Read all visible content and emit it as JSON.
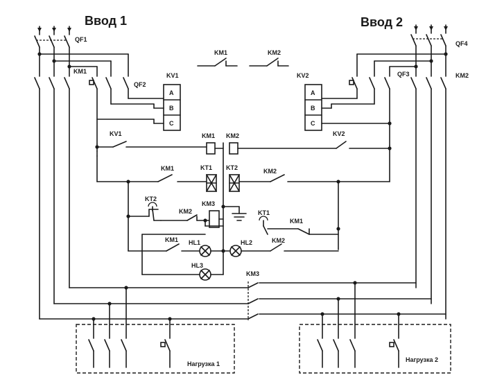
{
  "inputs": {
    "input1": "Ввод 1",
    "input2": "Ввод 2"
  },
  "breakers": {
    "qf1": "QF1",
    "qf2": "QF2",
    "qf3": "QF3",
    "qf4": "QF4"
  },
  "contactors": {
    "km1": "KM1",
    "km2": "KM2",
    "km3": "KM3"
  },
  "relays": {
    "kv1": "KV1",
    "kv2": "KV2",
    "kt1": "KT1",
    "kt2": "KT2"
  },
  "lamps": {
    "hl1": "HL1",
    "hl2": "HL2",
    "hl3": "HL3"
  },
  "phases": {
    "a": "A",
    "b": "B",
    "c": "C"
  },
  "loads": {
    "load1": "Нагрузка 1",
    "load2": "Нагрузка 2"
  }
}
